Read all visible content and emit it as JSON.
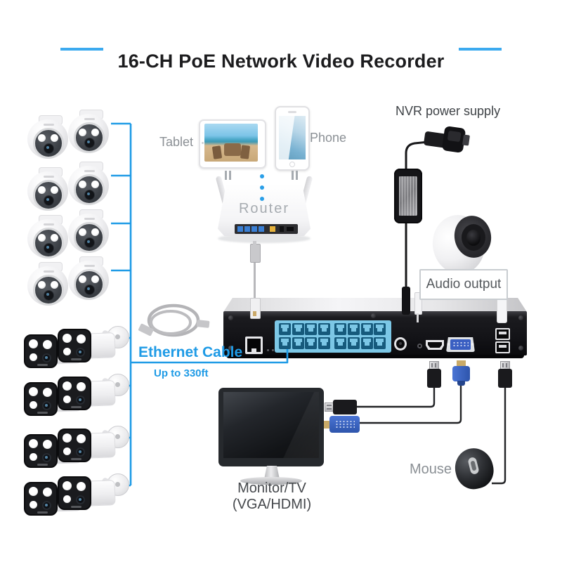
{
  "title": "16-CH PoE Network Video Recorder",
  "labels": {
    "tablet": "Tablet",
    "phone": "Phone",
    "router": "Router",
    "nvr_power_supply": "NVR power supply",
    "audio_output": "Audio output",
    "ethernet_cable": "Ethernet Cable",
    "ethernet_range": "Up to 330ft",
    "monitor_line1": "Monitor/TV",
    "monitor_line2": "(VGA/HDMI)",
    "mouse": "Mouse"
  },
  "system": {
    "poe_ports": 16,
    "dome_cameras": 8,
    "bullet_cameras": 8,
    "dome_row_tops": [
      148,
      222,
      290,
      357
    ],
    "bullet_row_tops": [
      456,
      524,
      598,
      666
    ]
  },
  "colors": {
    "accent_blue": "#1F9BE6",
    "title_dash": "#3CAAEF",
    "poe_panel": "#7CC7E6",
    "poe_port": "#165A7C"
  }
}
